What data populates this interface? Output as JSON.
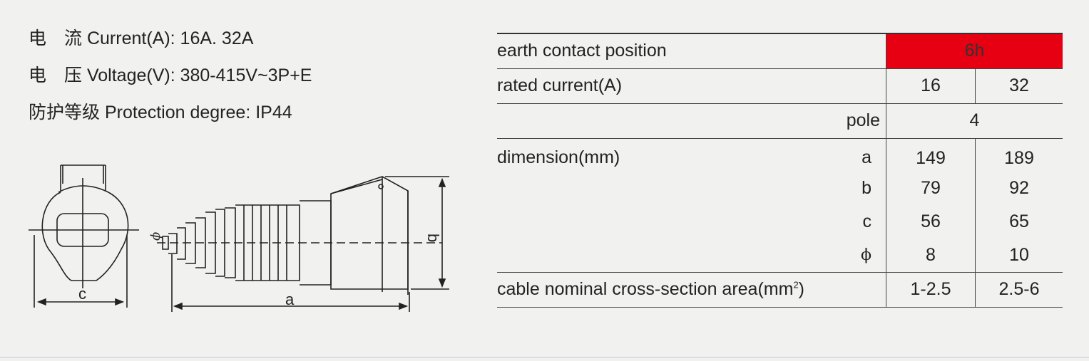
{
  "specs": [
    {
      "cn": "电　流",
      "text": "Current(A): 16A. 32A"
    },
    {
      "cn": "电　压",
      "text": "Voltage(V): 380-415V~3P+E"
    },
    {
      "cn": "防护等级",
      "text": "Protection degree: IP44"
    }
  ],
  "drawing": {
    "label_c": "c",
    "label_a": "a",
    "label_b": "b",
    "label_phi": "ϕ"
  },
  "table": {
    "earth_label": "earth contact position",
    "earth_value": "6h",
    "rated_label": "rated current(A)",
    "rated_values": [
      "16",
      "32"
    ],
    "pole_label": "pole",
    "pole_value": "4",
    "dimension_label": "dimension(mm)",
    "dimensions": [
      {
        "name": "a",
        "values": [
          "149",
          "189"
        ]
      },
      {
        "name": "b",
        "values": [
          "79",
          "92"
        ]
      },
      {
        "name": "c",
        "values": [
          "56",
          "65"
        ]
      },
      {
        "name": "ϕ",
        "values": [
          "8",
          "10"
        ]
      }
    ],
    "cable_label": "cable nominal cross-section area(mm",
    "cable_sup": "2",
    "cable_label_end": ")",
    "cable_values": [
      "1-2.5",
      "2.5-6"
    ]
  },
  "colors": {
    "accent_red": "#e60012",
    "background": "#f1f1f0"
  }
}
